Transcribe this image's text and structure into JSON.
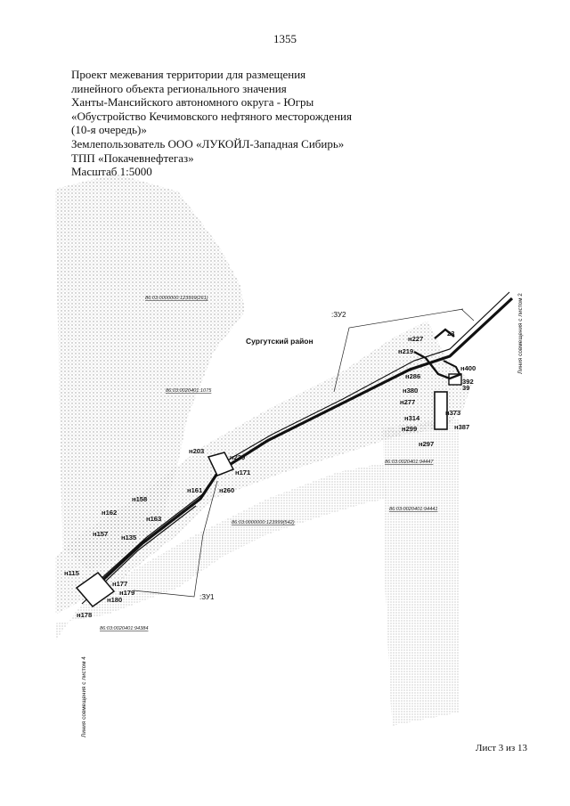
{
  "page_number": "1355",
  "header": {
    "lines": [
      "Проект межевания территории для размещения",
      "линейного объекта регионального значения",
      "Ханты-Мансийского автономного округа - Югры",
      "«Обустройство Кечимовского нефтяного месторождения",
      "(10-я очередь)»",
      "Землепользователь ООО «ЛУКОЙЛ-Западная Сибирь»",
      "ТПП «Покачевнефтегаз»",
      "Масштаб 1:5000"
    ]
  },
  "map": {
    "district": "Сургутский район",
    "zones": {
      "zu1": ":ЗУ1",
      "zu2": ":ЗУ2"
    },
    "parcels": {
      "p1": "86:03:0000000:123999(261)",
      "p2": "86:03:0020401:1075",
      "p3": "86:03:0000000:123999(542)",
      "p4": "86:03:0020401:94447",
      "p5": "86:03:0020401:94441",
      "p6": "86:03:0020401:94384"
    },
    "points": {
      "n115": "н115",
      "n157": "н157",
      "n162": "н162",
      "n158": "н158",
      "n163": "н163",
      "n135": "н135",
      "n177": "н177",
      "n179": "н179",
      "n180": "н180",
      "n178": "н178",
      "n203": "н203",
      "n229": "н229",
      "n171": "н171",
      "n161": "н161",
      "n260": "н260",
      "n219": "н219",
      "n227": "н227",
      "n23": "23",
      "n286": "н286",
      "n380": "н380",
      "n277": "н277",
      "n400": "н400",
      "n392": "392",
      "n39": "39",
      "n373": "н373",
      "n314": "н314",
      "n387": "н387",
      "n299": "н299",
      "n297": "н297"
    },
    "match_lines": {
      "right": "Линия совмещения с листом 2",
      "left": "Линия совмещения с листом 4"
    }
  },
  "footer": {
    "sheet": "Лист 3 из 13"
  }
}
